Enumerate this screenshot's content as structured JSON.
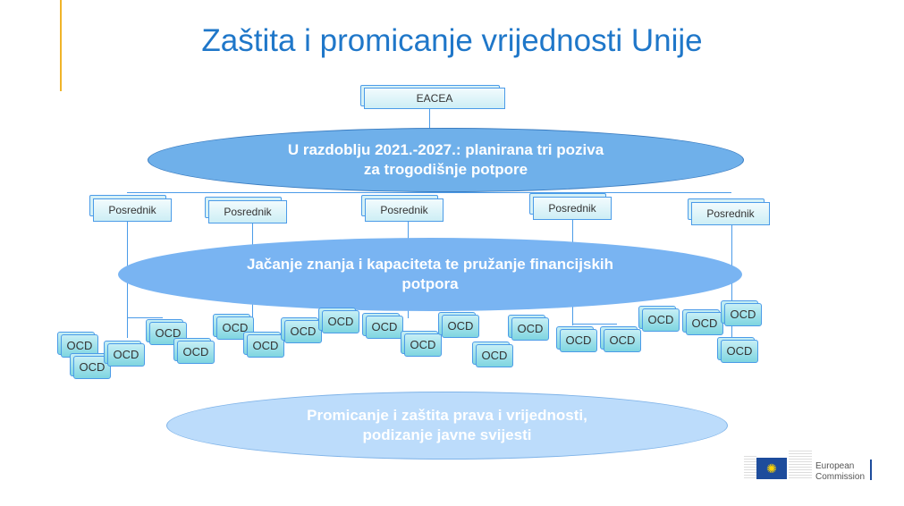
{
  "title": "Zaštita i promicanje vrijednosti Unije",
  "eacea": "EACEA",
  "ellipse1": {
    "line1": "U razdoblju 2021.-2027.: planirana tri poziva",
    "line2": "za trogodišnje potpore"
  },
  "ellipse2": {
    "line1": "Jačanje znanja i kapaciteta te pružanje financijskih",
    "line2": "potpora"
  },
  "ellipse3": {
    "line1": "Promicanje i zaštita prava i vrijednosti,",
    "line2": "podizanje javne svijesti"
  },
  "intermediary_label": "Posrednik",
  "ocd_label": "OCD",
  "logo": {
    "line1": "European",
    "line2": "Commission"
  }
}
